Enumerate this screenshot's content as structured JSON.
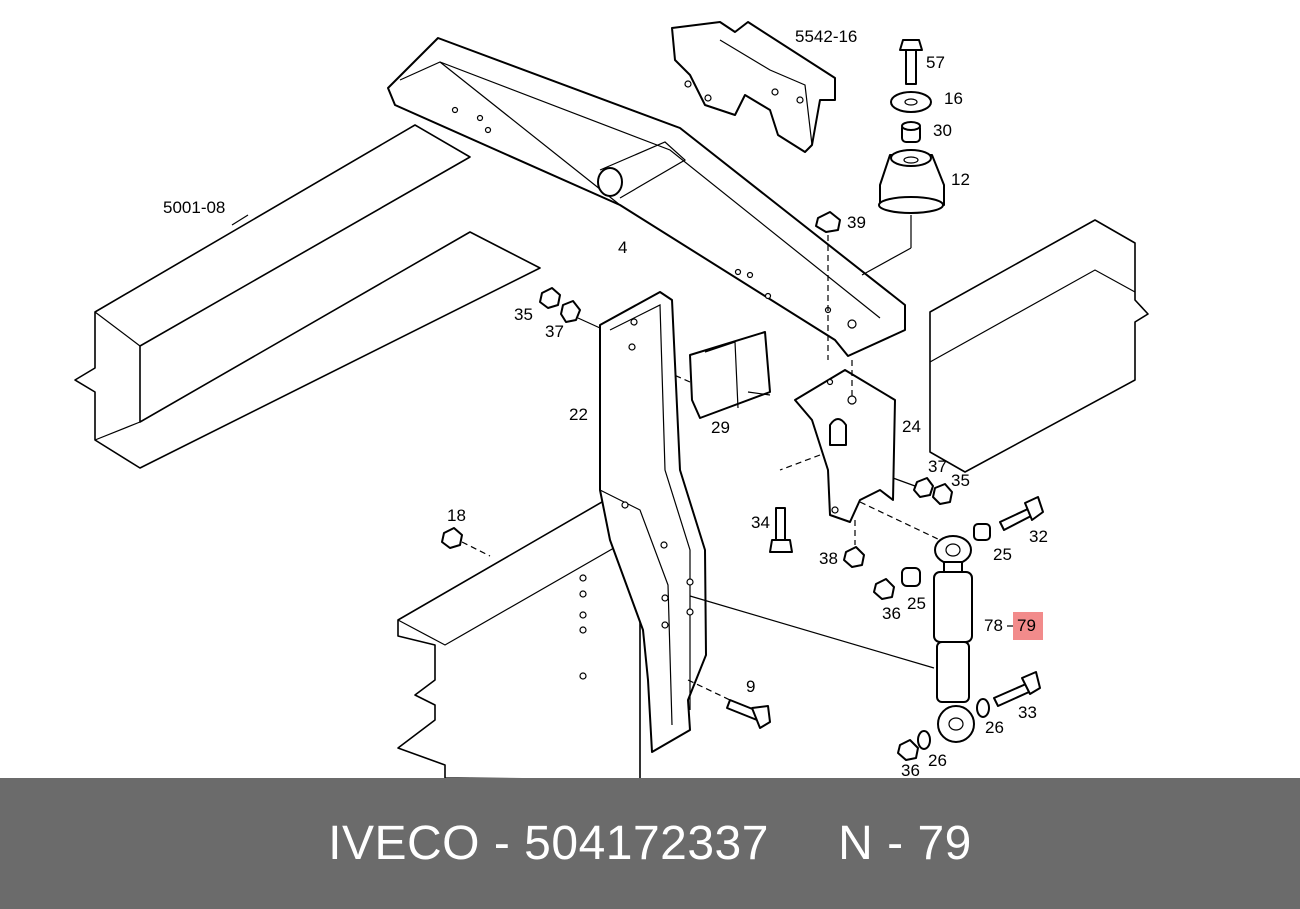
{
  "labels": [
    {
      "id": "5542-16",
      "text": "5542-16"
    },
    {
      "id": "57",
      "text": "57"
    },
    {
      "id": "16",
      "text": "16"
    },
    {
      "id": "30",
      "text": "30"
    },
    {
      "id": "12",
      "text": "12"
    },
    {
      "id": "5001-08",
      "text": "5001-08"
    },
    {
      "id": "39",
      "text": "39"
    },
    {
      "id": "4",
      "text": "4"
    },
    {
      "id": "35a",
      "text": "35"
    },
    {
      "id": "37a",
      "text": "37"
    },
    {
      "id": "22",
      "text": "22"
    },
    {
      "id": "29",
      "text": "29"
    },
    {
      "id": "24",
      "text": "24"
    },
    {
      "id": "37b",
      "text": "37"
    },
    {
      "id": "35b",
      "text": "35"
    },
    {
      "id": "18",
      "text": "18"
    },
    {
      "id": "34",
      "text": "34"
    },
    {
      "id": "32",
      "text": "32"
    },
    {
      "id": "25a",
      "text": "25"
    },
    {
      "id": "38",
      "text": "38"
    },
    {
      "id": "25b",
      "text": "25"
    },
    {
      "id": "36a",
      "text": "36"
    },
    {
      "id": "78",
      "text": "78"
    },
    {
      "id": "79",
      "text": "79"
    },
    {
      "id": "9",
      "text": "9"
    },
    {
      "id": "33",
      "text": "33"
    },
    {
      "id": "26a",
      "text": "26"
    },
    {
      "id": "36b",
      "text": "36"
    },
    {
      "id": "26b",
      "text": "26"
    }
  ],
  "highlight_color": "#f28b8b",
  "footer": {
    "brand": "IVECO",
    "part_number": "504172337",
    "position": "N - 79",
    "sep": " - "
  }
}
